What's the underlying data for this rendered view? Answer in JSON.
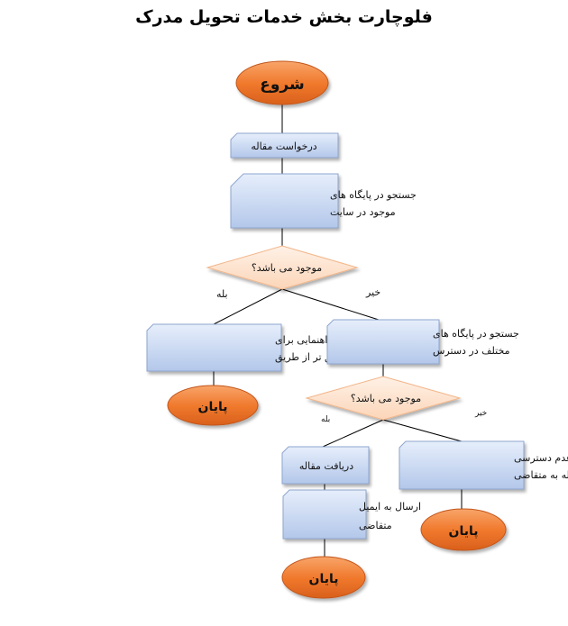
{
  "title": "فلوچارت بخش خدمات تحویل مدرک",
  "nodes": {
    "start": "شروع",
    "request": "درخواست مقاله",
    "search_site": [
      "جستجو در پایگاه های",
      "موجود در سایت"
    ],
    "exists_1": "موجود می باشد؟",
    "guide_user": [
      "اطلاع به کاربر و راهنمایی برای",
      "جستجوی دقیق تر از طریق"
    ],
    "end_1": "پایان",
    "search_other": [
      "جستجو در پایگاه های",
      "مختلف در دسترس"
    ],
    "exists_2": "موجود می باشد؟",
    "receive": "دریافت مقاله",
    "send_email": [
      "ارسال به ایمیل",
      "متقاضی"
    ],
    "end_2": "پایان",
    "not_available": [
      "ارسال ایمیل عدم دسترسی",
      "به مقاله به متقاضی"
    ],
    "end_3": "پایان"
  },
  "edge_labels": {
    "yes_1": "بله",
    "no_1": "خیر",
    "yes_2": "بله",
    "no_2": "خیر"
  },
  "colors": {
    "oval_fill": "#f07a2e",
    "oval_stroke": "#c2561a",
    "box_fill": "#c6d6f0",
    "box_stroke": "#8ea6cf",
    "diamond_fill": "#fde3cf",
    "diamond_stroke": "#f2b68a",
    "line": "#000000"
  }
}
